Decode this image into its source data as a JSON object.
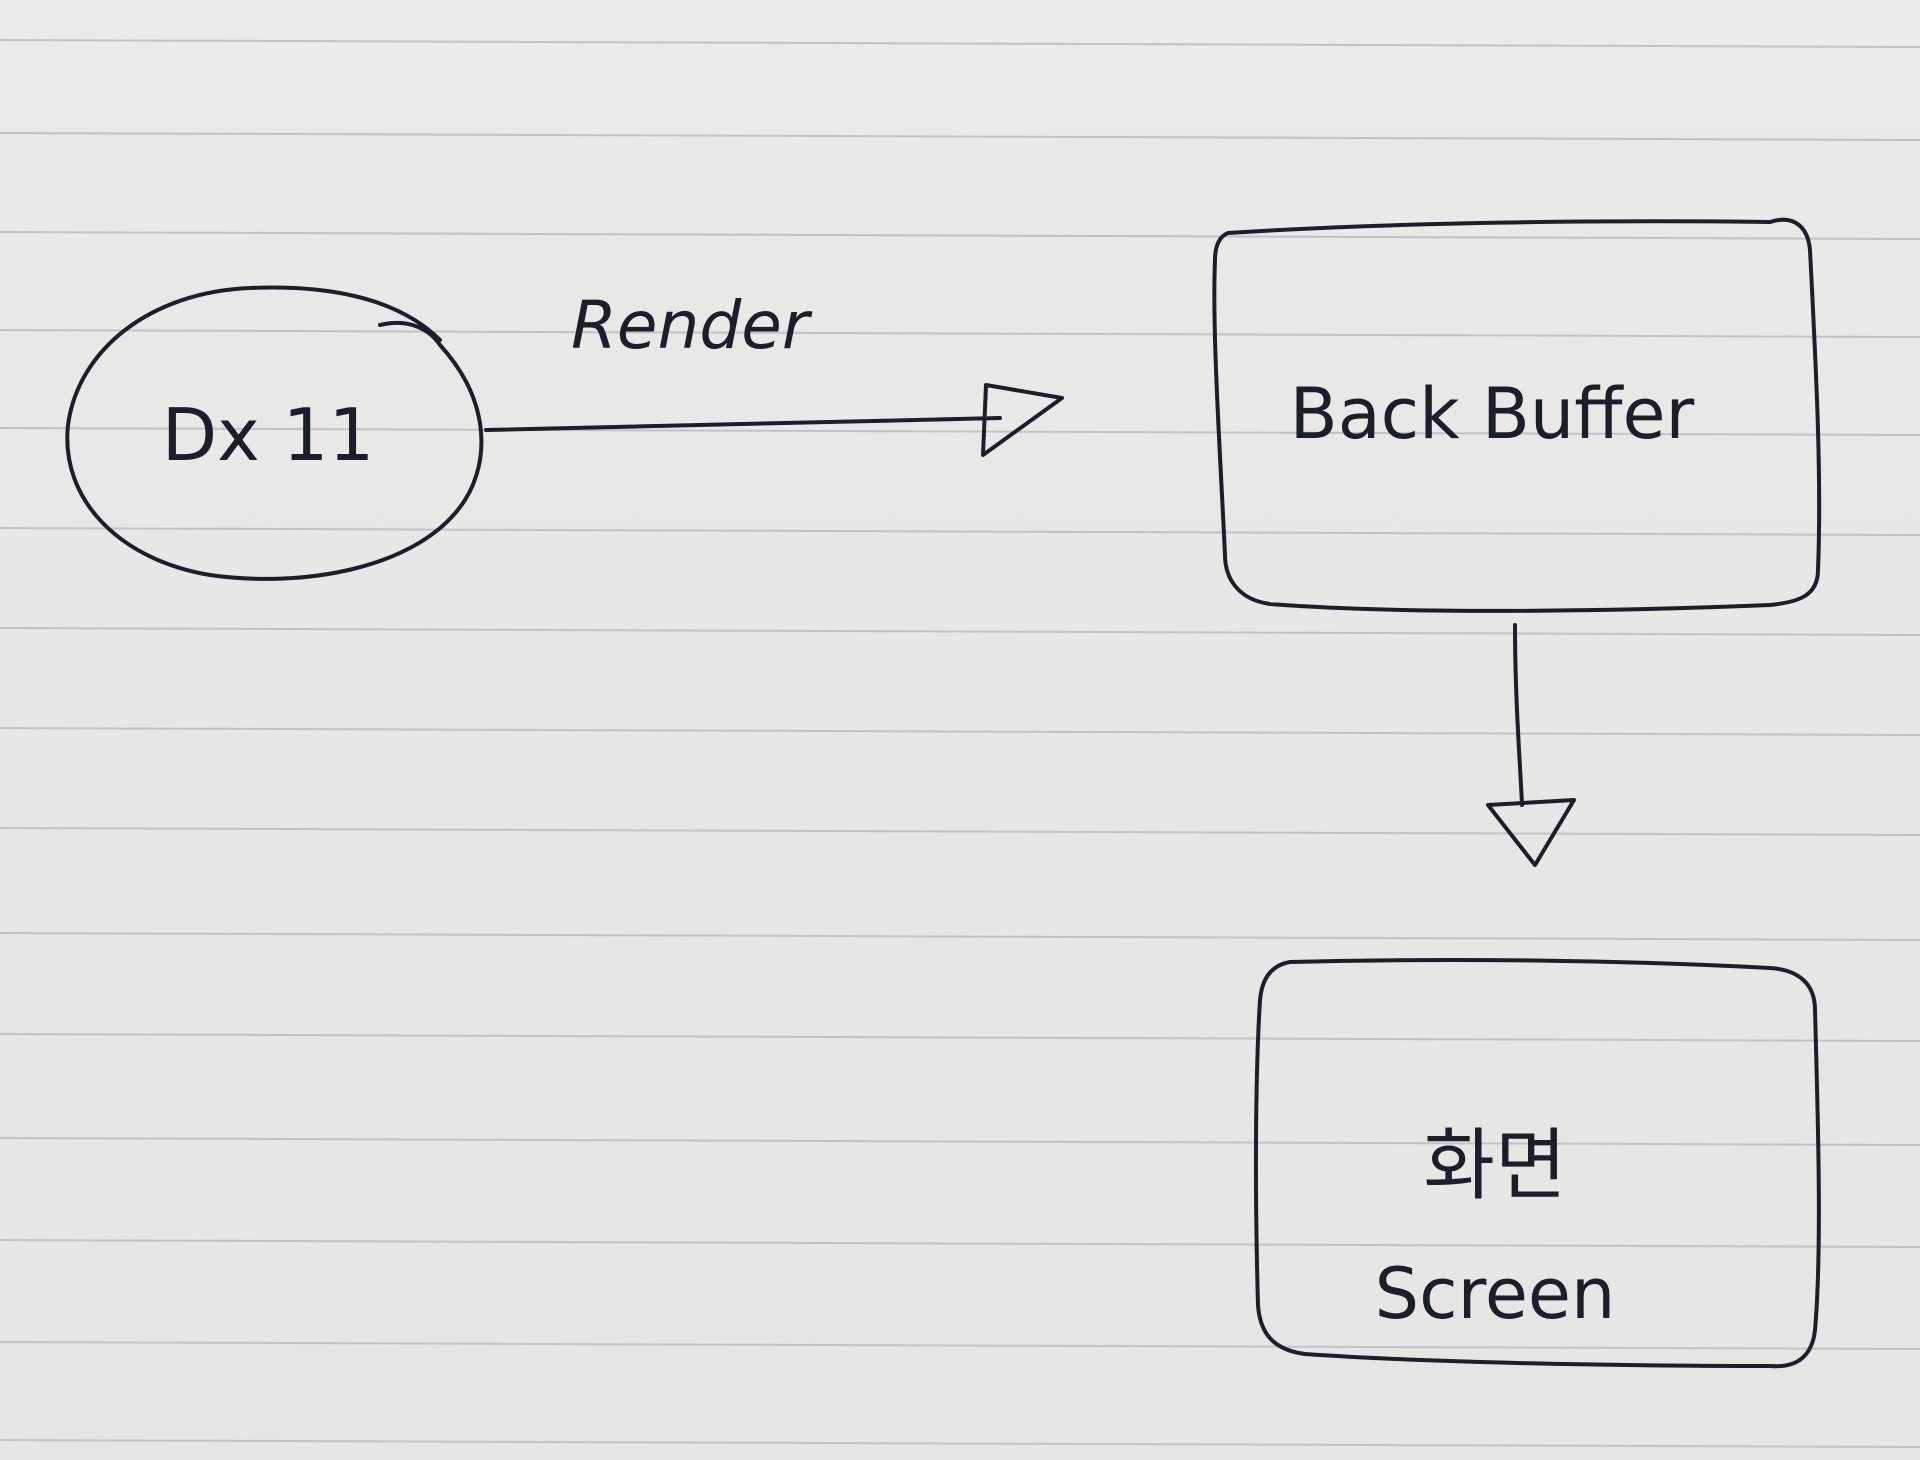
{
  "diagram": {
    "nodes": [
      {
        "id": "dx11",
        "shape": "ellipse",
        "label": "Dx 11"
      },
      {
        "id": "back-buffer",
        "shape": "rounded-rectangle",
        "label": "Back Buffer"
      },
      {
        "id": "screen",
        "shape": "rounded-rectangle",
        "label_korean": "화면",
        "label": "Screen"
      }
    ],
    "edges": [
      {
        "from": "dx11",
        "to": "back-buffer",
        "label": "Render",
        "arrowhead": "open-triangle"
      },
      {
        "from": "back-buffer",
        "to": "screen",
        "label": "",
        "arrowhead": "open-triangle"
      }
    ]
  },
  "colors": {
    "paper": "#e8e7e5",
    "ink": "#1d1e2c",
    "ruled_line": "#c2c2c5"
  }
}
